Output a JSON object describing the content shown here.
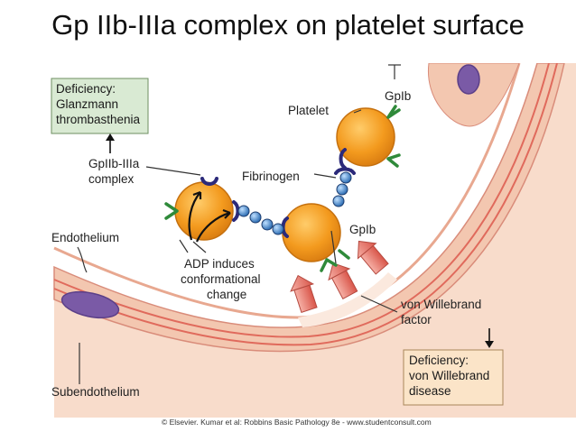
{
  "title": "Gp IIb-IIIa complex on platelet surface",
  "deficiency_glanzmann": [
    "Deficiency:",
    "Glanzmann",
    "thrombasthenia"
  ],
  "label_gp2b3a": [
    "GpIIb-IIIa",
    "complex"
  ],
  "label_platelet": "Platelet",
  "label_gpib_top": "GpIb",
  "label_fibrinogen": "Fibrinogen",
  "label_gpib_mid": "GpIb",
  "label_endothelium": "Endothelium",
  "label_adp": [
    "ADP induces",
    "conformational",
    "change"
  ],
  "label_vwf": [
    "von Willebrand",
    "factor"
  ],
  "deficiency_vwd": [
    "Deficiency:",
    "von Willebrand",
    "disease"
  ],
  "label_subendothelium": "Subendothelium",
  "credit": "© Elsevier. Kumar et al: Robbins Basic Pathology 8e - www.studentconsult.com",
  "colors": {
    "vessel_wall": "#f3c7b0",
    "vessel_stripe": "#e06a5c",
    "platelet": "#f39a1e",
    "gp2b3a": "#2c2a7a",
    "gpib": "#2f8a3a",
    "fibrinogen": "#3f7ec2",
    "vwf": "#e4665a",
    "box_green": "#d9ead3",
    "box_orange": "#fbe4c8",
    "nucleus": "#7a5aa6"
  }
}
